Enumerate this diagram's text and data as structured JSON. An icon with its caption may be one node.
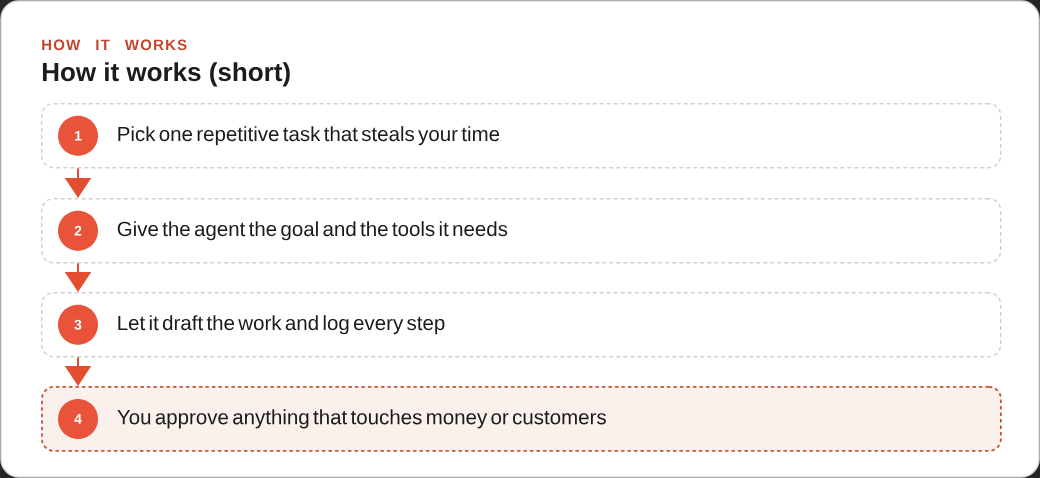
{
  "diagram": {
    "title": "How it works (short)",
    "labels": [
      "HOW IT WORKS"
    ],
    "nodes": [
      {
        "text": [
          "Pick one repetitive task that steals your time"
        ]
      },
      {
        "text": [
          "1"
        ],
        "in": 0
      },
      {
        "text": [
          "Give the agent the goal and the tools it needs"
        ]
      },
      {
        "text": [
          "2"
        ],
        "in": 2
      },
      {
        "text": [
          "Let it draft the work and log every step"
        ]
      },
      {
        "text": [
          "3"
        ],
        "in": 4
      },
      {
        "text": [
          "You approve anything that touches money or customers"
        ]
      },
      {
        "text": [
          "4"
        ],
        "in": 6
      }
    ],
    "edges": [
      {
        "from": 0,
        "to": 2,
        "arrow": "to"
      },
      {
        "from": 2,
        "to": 4,
        "arrow": "to"
      },
      {
        "from": 4,
        "to": 6,
        "arrow": "to"
      }
    ]
  }
}
